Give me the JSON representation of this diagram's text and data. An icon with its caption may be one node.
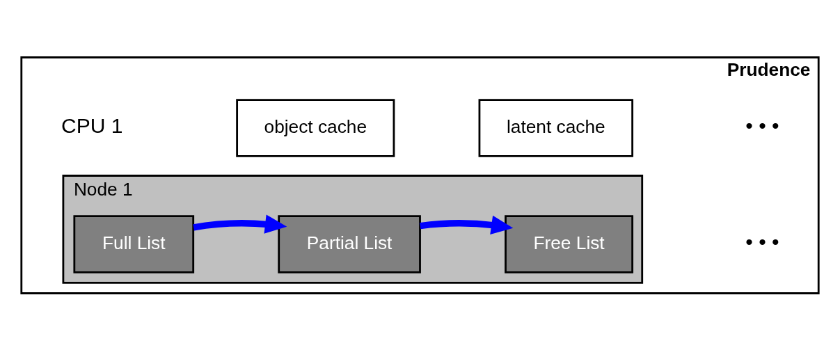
{
  "diagram": {
    "nodes": [
      {
        "text": [
          "Prudence"
        ]
      },
      {
        "text": [
          "object cache"
        ],
        "in": 0
      },
      {
        "text": [
          "latent cache"
        ],
        "in": 0
      },
      {
        "text": [
          "Node 1"
        ],
        "in": 0
      },
      {
        "text": [
          "Full List"
        ],
        "in": 3
      },
      {
        "text": [
          "Partial List"
        ],
        "in": 3
      },
      {
        "text": [
          "Free List"
        ],
        "in": 3
      }
    ],
    "edges": [
      {
        "from": 4,
        "to": 5,
        "arrow": "to"
      },
      {
        "from": 5,
        "to": 6,
        "arrow": "to"
      }
    ],
    "labels": [
      "CPU 1",
      "• • •",
      "• • •"
    ]
  }
}
